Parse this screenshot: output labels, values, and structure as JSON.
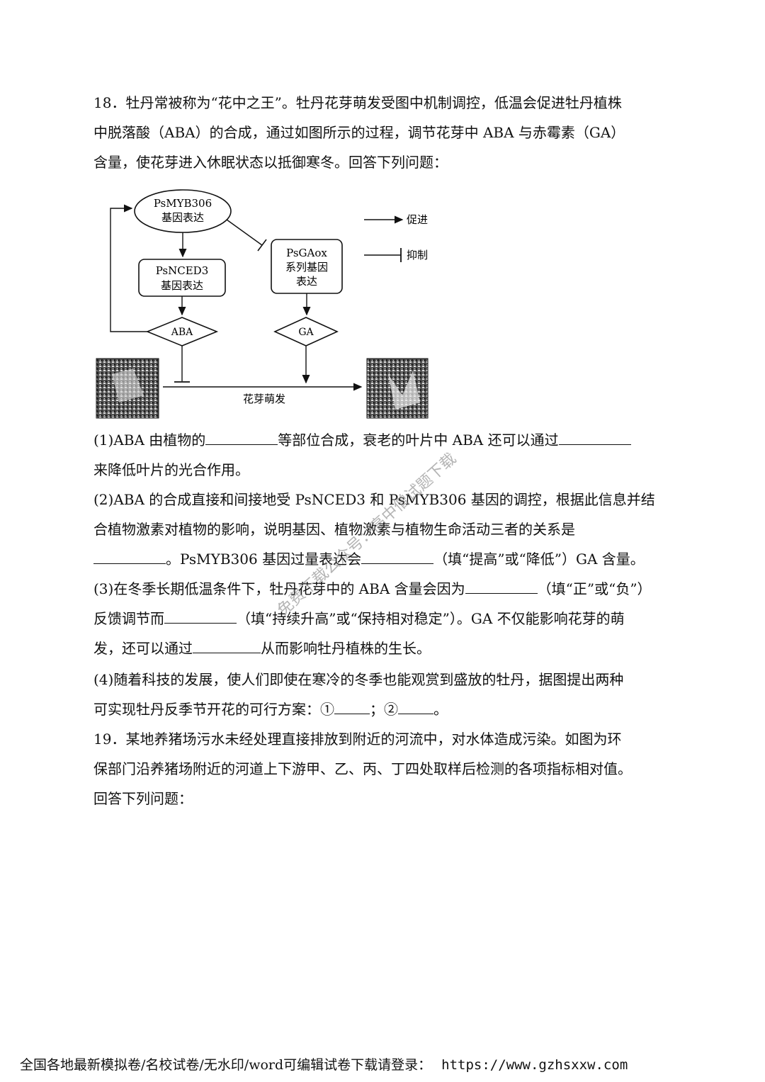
{
  "q18": {
    "intro": [
      "18．牡丹常被称为“花中之王”。牡丹花芽萌发受图中机制调控，低温会促进牡丹植株",
      "中脱落酸（ABA）的合成，通过如图所示的过程，调节花芽中 ABA 与赤霉素（GA）",
      "含量，使花芽进入休眠状态以抵御寒冬。回答下列问题："
    ],
    "diagram": {
      "node_myb_1": "PsMYB306",
      "node_myb_2": "基因表达",
      "node_nced_1": "PsNCED3",
      "node_nced_2": "基因表达",
      "node_gaox_1": "PsGAox",
      "node_gaox_2": "系列基因",
      "node_gaox_3": "表达",
      "node_aba": "ABA",
      "node_ga": "GA",
      "bottom_label": "花芽萌发",
      "legend_promote": "促进",
      "legend_inhibit": "抑制"
    },
    "s1_a": "(1)ABA 由植物的",
    "s1_b": "等部位合成，衰老的叶片中 ABA 还可以通过",
    "s1_c": "来降低叶片的光合作用。",
    "s2_l1": "(2)ABA 的合成直接和间接地受 PsNCED3 和 PsMYB306 基因的调控，根据此信息并结",
    "s2_l2": "合植物激素对植物的影响，说明基因、植物激素与植物生命活动三者的关系是",
    "s2_a": "。PsMYB306 基因过量表达会",
    "s2_b": "（填“提高”或“降低”）GA 含量。",
    "s3_a": "(3)在冬季长期低温条件下，牡丹花芽中的 ABA 含量会因为",
    "s3_b": "（填“正”或“负”）",
    "s3_c": "反馈调节而",
    "s3_d": "（填“持续升高”或“保持相对稳定”）。GA 不仅能影响花芽的萌",
    "s3_e": "发，还可以通过",
    "s3_f": "从而影响牡丹植株的生长。",
    "s4_l1": "(4)随着科技的发展，使人们即使在寒冷的冬季也能观赏到盛放的牡丹，据图提出两种",
    "s4_a": "可实现牡丹反季节开花的可行方案：①",
    "s4_b": "；②",
    "s4_c": "。"
  },
  "q19": {
    "lines": [
      "19．某地养猪场污水未经处理直接排放到附近的河流中，对水体造成污染。如图为环",
      "保部门沿养猪场附近的河道上下游甲、乙、丙、丁四处取样后检测的各项指标相对值。",
      "回答下列问题："
    ]
  },
  "watermark": "免费下载公众号：高中僧试题下载",
  "footer": {
    "text": "全国各地最新模拟卷/名校试卷/无水印/word可编辑试卷下载请登录：",
    "url": "https://www.gzhsxxw.com"
  }
}
